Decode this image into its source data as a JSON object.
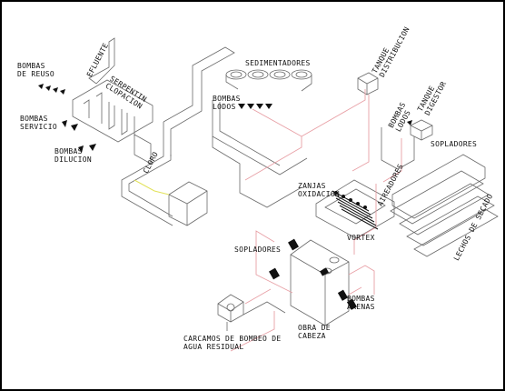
{
  "labels": {
    "efluente": "EFLUENTE",
    "bombas_reuso_1": "BOMBAS",
    "bombas_reuso_2": "DE REUSO",
    "serpentin_1": "SERPENTIN",
    "serpentin_2": "CLOPACION",
    "bombas_servicio_1": "BOMBAS",
    "bombas_servicio_2": "SERVICIO",
    "bombas_dilucion_1": "BOMBAS",
    "bombas_dilucion_2": "DILUCION",
    "cloro": "CLORO",
    "sedimentadores": "SEDIMENTADORES",
    "bombas_lodos_1": "BOMBAS",
    "bombas_lodos_2": "LODOS",
    "tanque_distribucion_1": "TANQUE",
    "tanque_distribucion_2": "DISTRIBUCION",
    "bombas_lodos_r_1": "BOMBAS",
    "bombas_lodos_r_2": "LODOS",
    "tanque_digestor_1": "TANQUE",
    "tanque_digestor_2": "DIGESTOR",
    "sopladores_top": "SOPLADORES",
    "zanjas_1": "ZANJAS",
    "zanjas_2": "OXIDACION",
    "aireadores": "AIREADORES",
    "vortex": "VORTEX",
    "lechos": "LECHOS DE SECADO",
    "sopladores_bottom": "SOPLADORES",
    "bombas_arenas_1": "BOMBAS",
    "bombas_arenas_2": "ARENAS",
    "obra_cabeza_1": "OBRA DE",
    "obra_cabeza_2": "CABEZA",
    "carcamos_1": "CARCAMOS DE BOMBEO DE",
    "carcamos_2": "AGUA RESIDUAL"
  },
  "colors": {
    "outline": "#6a6a6a",
    "pipe": "#e8a0a6",
    "chlorine_pipe": "#e2e25a",
    "pump": "#111111"
  }
}
